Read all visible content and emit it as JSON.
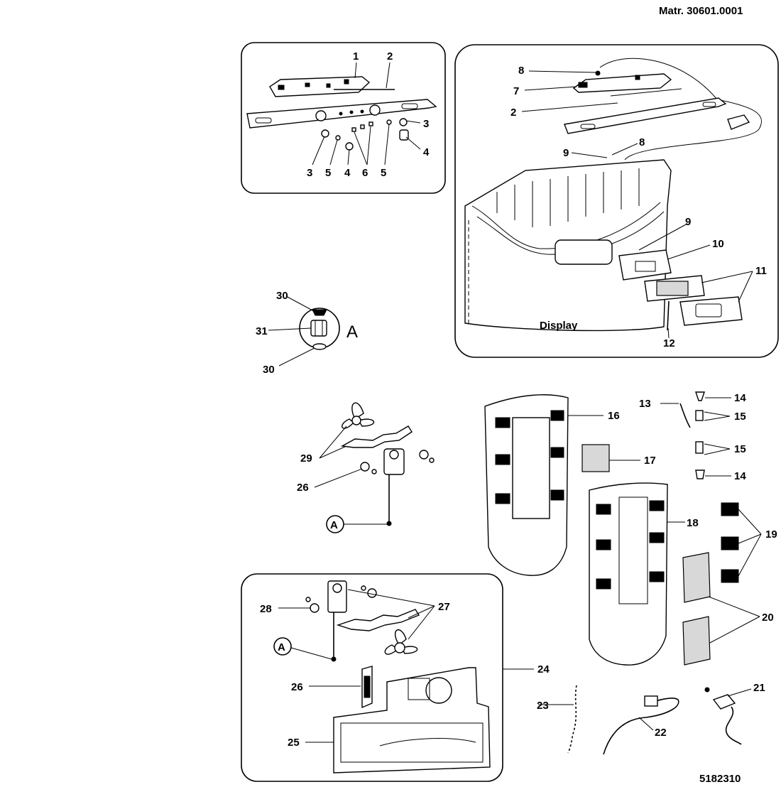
{
  "header": {
    "matr": "Matr. 30601.0001"
  },
  "footer": {
    "code": "5182310"
  },
  "labels": {
    "l1": "1",
    "l2": "2",
    "l3": "3",
    "l4": "4",
    "l5": "5",
    "l6": "6",
    "l7": "7",
    "l8": "8",
    "l9": "9",
    "l10": "10",
    "l11": "11",
    "l12": "12",
    "l13": "13",
    "l14": "14",
    "l15": "15",
    "l16": "16",
    "l17": "17",
    "l18": "18",
    "l19": "19",
    "l20": "20",
    "l21": "21",
    "l22": "22",
    "l23": "23",
    "l24": "24",
    "l25": "25",
    "l26": "26",
    "l27": "27",
    "l28": "28",
    "l29": "29",
    "l30": "30",
    "l31": "31",
    "detailA": "A",
    "display": "Display"
  }
}
